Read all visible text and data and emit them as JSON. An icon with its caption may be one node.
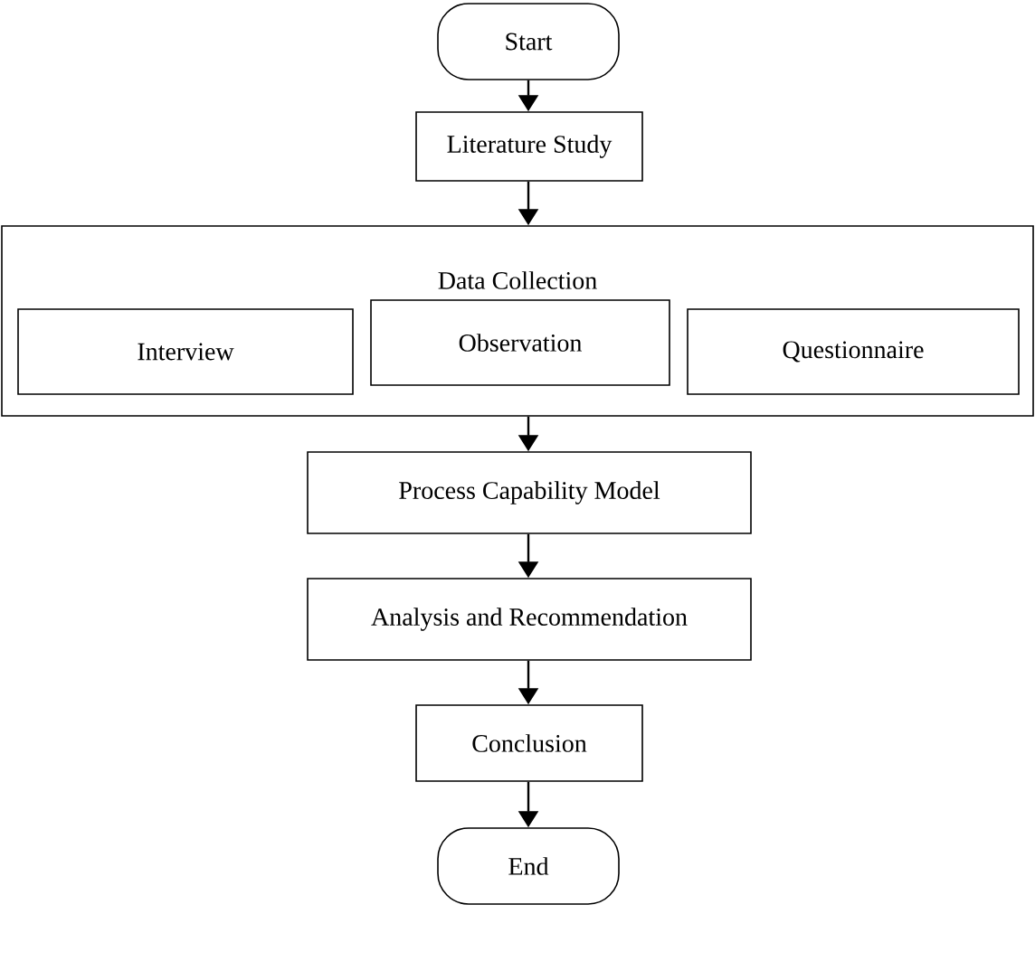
{
  "diagram": {
    "nodes": [
      {
        "text": [
          "Start"
        ]
      },
      {
        "text": [
          "Literature Study"
        ]
      },
      {
        "text": [
          "Data Collection"
        ]
      },
      {
        "text": [
          "Interview"
        ],
        "in": 2
      },
      {
        "text": [
          "Observation"
        ],
        "in": 2
      },
      {
        "text": [
          "Questionnaire"
        ],
        "in": 2
      },
      {
        "text": [
          "Process Capability Model"
        ]
      },
      {
        "text": [
          "Analysis and Recommendation"
        ]
      },
      {
        "text": [
          "Conclusion"
        ]
      },
      {
        "text": [
          "End"
        ]
      }
    ],
    "edges": [
      {
        "from": 0,
        "to": 1,
        "arrow": "to"
      },
      {
        "from": 1,
        "to": 2,
        "arrow": "to"
      },
      {
        "from": 2,
        "to": 6,
        "arrow": "to"
      },
      {
        "from": 6,
        "to": 7,
        "arrow": "to"
      },
      {
        "from": 7,
        "to": 8,
        "arrow": "to"
      },
      {
        "from": 8,
        "to": 9,
        "arrow": "to"
      }
    ]
  }
}
